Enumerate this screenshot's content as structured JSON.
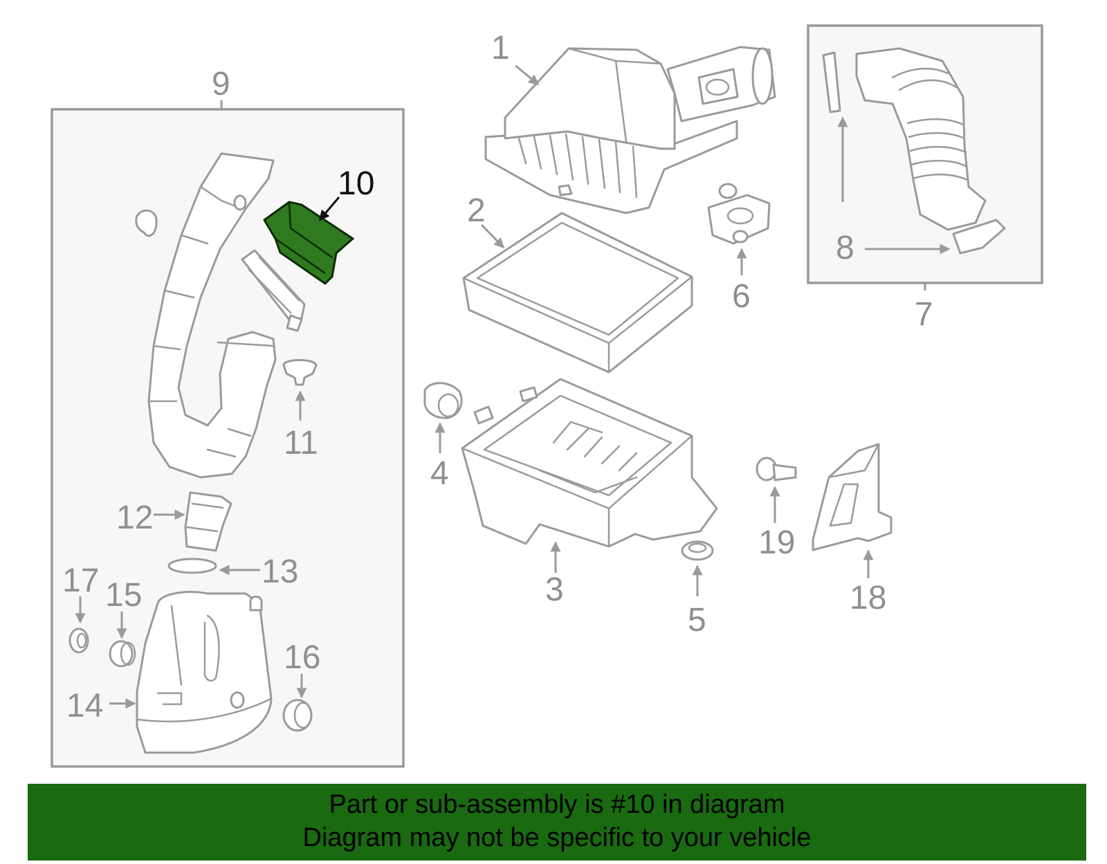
{
  "callouts": {
    "c1": "1",
    "c2": "2",
    "c3": "3",
    "c4": "4",
    "c5": "5",
    "c6": "6",
    "c7": "7",
    "c8": "8",
    "c9": "9",
    "c10": "10",
    "c11": "11",
    "c12": "12",
    "c13": "13",
    "c14": "14",
    "c15": "15",
    "c16": "16",
    "c17": "17",
    "c18": "18",
    "c19": "19"
  },
  "highlighted_part": "10",
  "colors": {
    "highlight": "#2f7a1f",
    "banner": "#196a10",
    "line_art": "#9a9a9a"
  },
  "banner": {
    "line1": "Part or sub-assembly is #10 in diagram",
    "line2": "Diagram may not be specific to your vehicle"
  }
}
